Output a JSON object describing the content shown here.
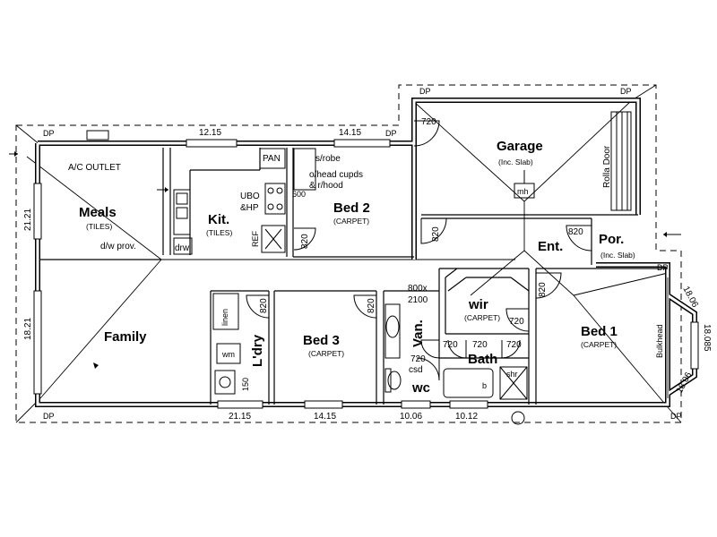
{
  "rooms": {
    "meals": {
      "name": "Meals",
      "finish": "(TILES)"
    },
    "kitchen": {
      "name": "Kit.",
      "finish": "(TILES)"
    },
    "bed2": {
      "name": "Bed 2",
      "finish": "(CARPET)"
    },
    "garage": {
      "name": "Garage",
      "finish": "(Inc. Slab)"
    },
    "porch": {
      "name": "Por.",
      "finish": "(Inc. Slab)"
    },
    "entry": {
      "name": "Ent."
    },
    "family": {
      "name": "Family"
    },
    "laundry": {
      "name": "L'dry"
    },
    "bed3": {
      "name": "Bed 3",
      "finish": "(CARPET)"
    },
    "vanity": {
      "name": "Van."
    },
    "wir": {
      "name": "wir",
      "finish": "(CARPET)"
    },
    "bath": {
      "name": "Bath"
    },
    "wc": {
      "name": "wc"
    },
    "bed1": {
      "name": "Bed 1",
      "finish": "(CARPET)"
    }
  },
  "labels": {
    "ac_outlet": "A/C OUTLET",
    "dw_prov": "d/w prov.",
    "drw": "drw",
    "pan": "PAN",
    "ubo": "UBO",
    "hp": "&HP",
    "ref": "REF",
    "srobe": "s/robe",
    "ohead": "o/head cupds",
    "rhood": "& r/hood",
    "rolla_door": "Rolla Door",
    "mh": "mh",
    "linen": "linen",
    "wm": "wm",
    "csd": "csd",
    "shr": "shr",
    "bulkhead": "Bulkhead",
    "b": "b",
    "opening_w": "800x",
    "opening_h": "2100"
  },
  "dimensions": {
    "w1215": "12.15",
    "w1415_top": "14.15",
    "w2121": "21.21",
    "w1821": "18.21",
    "w2115": "21.15",
    "w1415_bot": "14.15",
    "w1006": "10.06",
    "w1012": "10.12",
    "w1806_a": "18.06",
    "w18085": "18.085",
    "w1806_b": "18.06",
    "d600": "600",
    "d150": "150"
  },
  "doors": {
    "garage": "720",
    "bed2": "820",
    "garage_side": "820",
    "entry": "820",
    "bed1": "820",
    "wir": "720",
    "laundry": "820",
    "bed3": "820",
    "vanity": "720",
    "wc": "720",
    "bath_a": "720",
    "bath_b": "720"
  },
  "downpipes": {
    "label": "DP"
  }
}
